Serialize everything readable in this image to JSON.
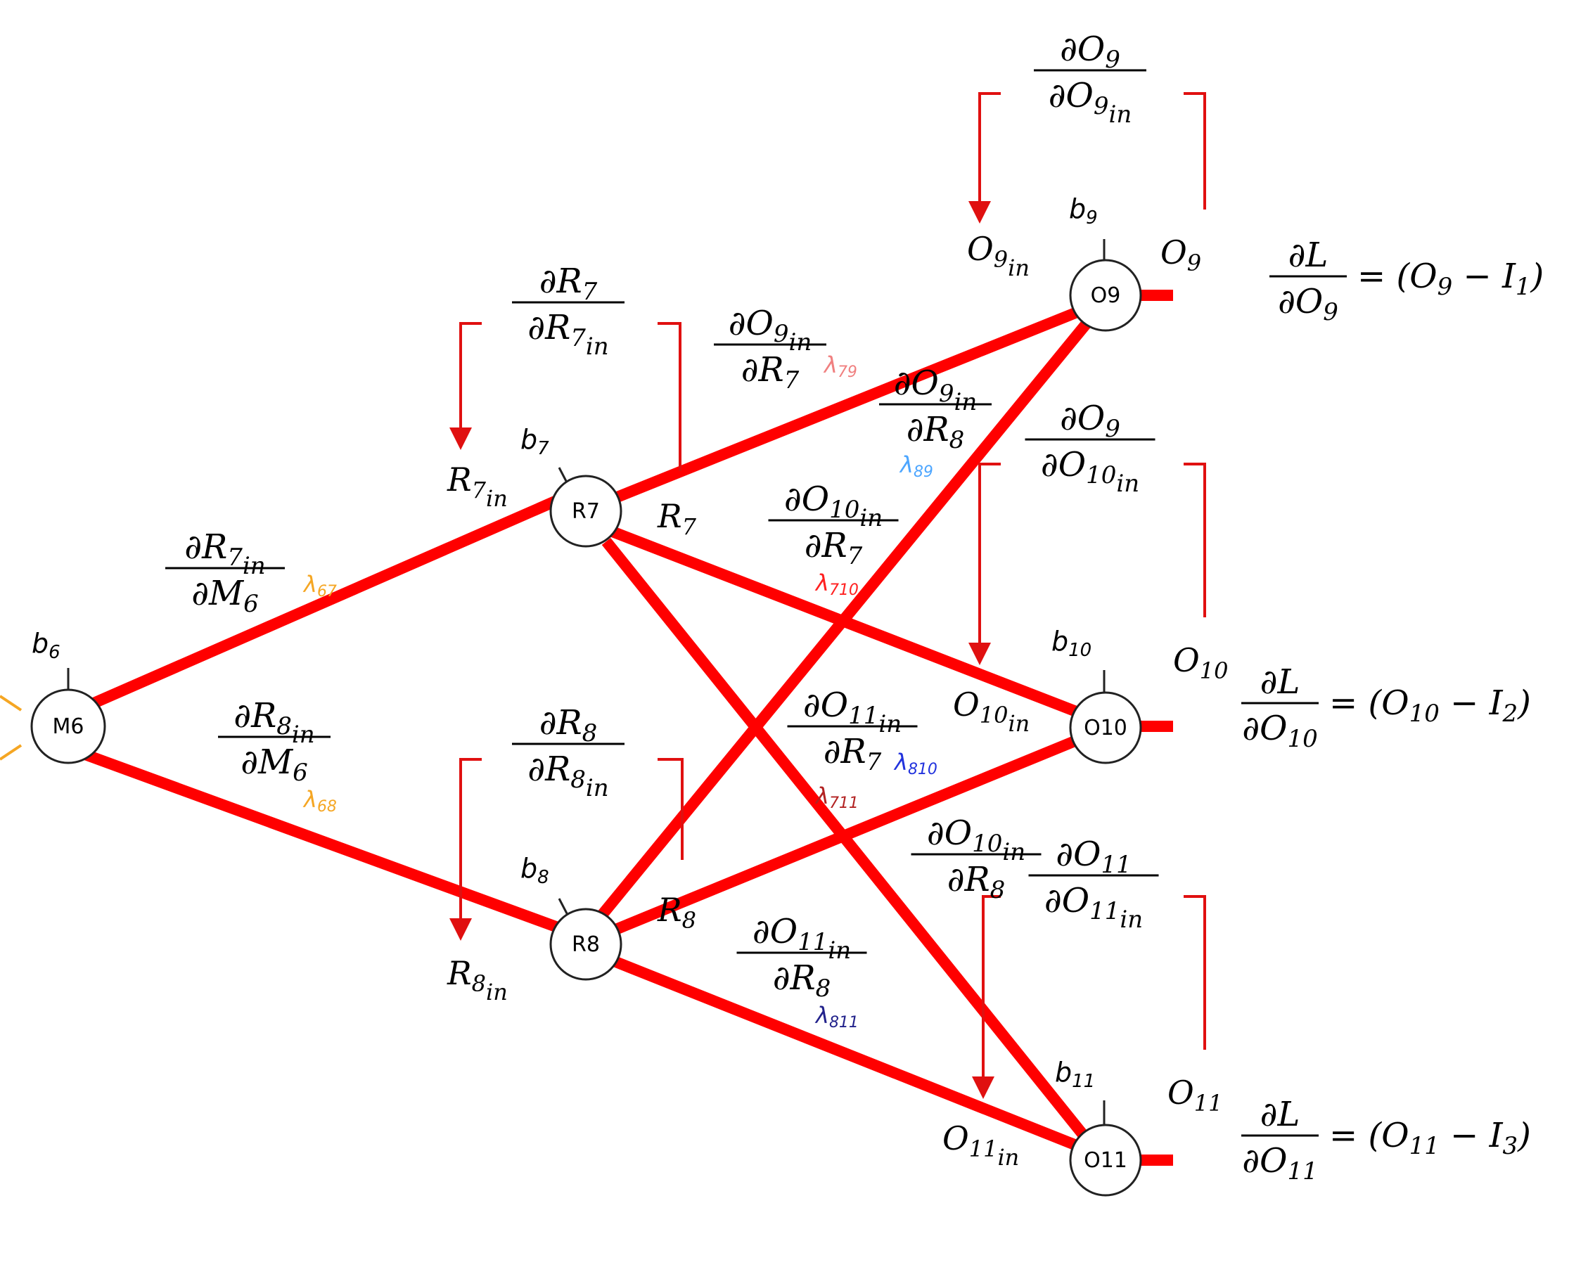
{
  "colors": {
    "edge": "#ff0000",
    "arrow": "#e01010",
    "node_stroke": "#222222",
    "lambda67": "#f5a623",
    "lambda68": "#f5a623",
    "lambda79": "#f08080",
    "lambda89": "#4da6ff",
    "lambda710": "#ff2020",
    "lambda711": "#b22222",
    "lambda810": "#2233dd",
    "lambda811": "#22228b"
  },
  "nodes": {
    "m6": "M6",
    "r7": "R7",
    "r8": "R8",
    "o9": "O9",
    "o10": "O10",
    "o11": "O11"
  },
  "biases": {
    "b6": {
      "sym": "b",
      "sub": "6"
    },
    "b7": {
      "sym": "b",
      "sub": "7"
    },
    "b8": {
      "sym": "b",
      "sub": "8"
    },
    "b9": {
      "sym": "b",
      "sub": "9"
    },
    "b10": {
      "sym": "b",
      "sub": "10"
    },
    "b11": {
      "sym": "b",
      "sub": "11"
    }
  },
  "weights": {
    "l67": {
      "sym": "λ",
      "sub": "67"
    },
    "l68": {
      "sym": "λ",
      "sub": "68"
    },
    "l79": {
      "sym": "λ",
      "sub": "79"
    },
    "l89": {
      "sym": "λ",
      "sub": "89"
    },
    "l710": {
      "sym": "λ",
      "sub": "710"
    },
    "l711": {
      "sym": "λ",
      "sub": "711"
    },
    "l810": {
      "sym": "λ",
      "sub": "810"
    },
    "l811": {
      "sym": "λ",
      "sub": "811"
    }
  },
  "signals": {
    "r7in": {
      "sym": "R",
      "sub": "7",
      "subsub": "in"
    },
    "r8in": {
      "sym": "R",
      "sub": "8",
      "subsub": "in"
    },
    "o9in": {
      "sym": "O",
      "sub": "9",
      "subsub": "in"
    },
    "o10in": {
      "sym": "O",
      "sub": "10",
      "subsub": "in"
    },
    "o11in": {
      "sym": "O",
      "sub": "11",
      "subsub": "in"
    },
    "r7": {
      "sym": "R",
      "sub": "7"
    },
    "r8": {
      "sym": "R",
      "sub": "8"
    },
    "o9": {
      "sym": "O",
      "sub": "9"
    },
    "o10": {
      "sym": "O",
      "sub": "10"
    },
    "o11": {
      "sym": "O",
      "sub": "11"
    }
  },
  "derivatives": {
    "dR7in_dM6": {
      "num": {
        "sym": "∂R",
        "sub": "7",
        "subsub": "in"
      },
      "den": {
        "sym": "∂M",
        "sub": "6"
      }
    },
    "dR8in_dM6": {
      "num": {
        "sym": "∂R",
        "sub": "8",
        "subsub": "in"
      },
      "den": {
        "sym": "∂M",
        "sub": "6"
      }
    },
    "dR7_dR7in": {
      "num": {
        "sym": "∂R",
        "sub": "7"
      },
      "den": {
        "sym": "∂R",
        "sub": "7",
        "subsub": "in"
      }
    },
    "dR8_dR8in": {
      "num": {
        "sym": "∂R",
        "sub": "8"
      },
      "den": {
        "sym": "∂R",
        "sub": "8",
        "subsub": "in"
      }
    },
    "dO9in_dR7": {
      "num": {
        "sym": "∂O",
        "sub": "9",
        "subsub": "in"
      },
      "den": {
        "sym": "∂R",
        "sub": "7"
      }
    },
    "dO9in_dR8": {
      "num": {
        "sym": "∂O",
        "sub": "9",
        "subsub": "in"
      },
      "den": {
        "sym": "∂R",
        "sub": "8"
      }
    },
    "dO10in_dR7": {
      "num": {
        "sym": "∂O",
        "sub": "10",
        "subsub": "in"
      },
      "den": {
        "sym": "∂R",
        "sub": "7"
      }
    },
    "dO11in_dR7": {
      "num": {
        "sym": "∂O",
        "sub": "11",
        "subsub": "in"
      },
      "den": {
        "sym": "∂R",
        "sub": "7"
      }
    },
    "dO10in_dR8": {
      "num": {
        "sym": "∂O",
        "sub": "10",
        "subsub": "in"
      },
      "den": {
        "sym": "∂R",
        "sub": "8"
      }
    },
    "dO11in_dR8": {
      "num": {
        "sym": "∂O",
        "sub": "11",
        "subsub": "in"
      },
      "den": {
        "sym": "∂R",
        "sub": "8"
      }
    },
    "dO9_dO9in": {
      "num": {
        "sym": "∂O",
        "sub": "9"
      },
      "den": {
        "sym": "∂O",
        "sub": "9",
        "subsub": "in"
      }
    },
    "dO10_dO10in": {
      "num": {
        "sym": "∂O",
        "sub": "9"
      },
      "den": {
        "sym": "∂O",
        "sub": "10",
        "subsub": "in"
      }
    },
    "dO11_dO11in": {
      "num": {
        "sym": "∂O",
        "sub": "11"
      },
      "den": {
        "sym": "∂O",
        "sub": "11",
        "subsub": "in"
      }
    }
  },
  "loss": {
    "l9": {
      "num": "∂L",
      "den": {
        "sym": "∂O",
        "sub": "9"
      },
      "rhs": {
        "open": "= (",
        "o": "O",
        "osub": "9",
        "minus": " − ",
        "i": "I",
        "isub": "1",
        "close": ")"
      }
    },
    "l10": {
      "num": "∂L",
      "den": {
        "sym": "∂O",
        "sub": "10"
      },
      "rhs": {
        "open": "= (",
        "o": "O",
        "osub": "10",
        "minus": " − ",
        "i": "I",
        "isub": "2",
        "close": ")"
      }
    },
    "l11": {
      "num": "∂L",
      "den": {
        "sym": "∂O",
        "sub": "11"
      },
      "rhs": {
        "open": "= (",
        "o": "O",
        "osub": "11",
        "minus": " − ",
        "i": "I",
        "isub": "3",
        "close": ")"
      }
    }
  }
}
